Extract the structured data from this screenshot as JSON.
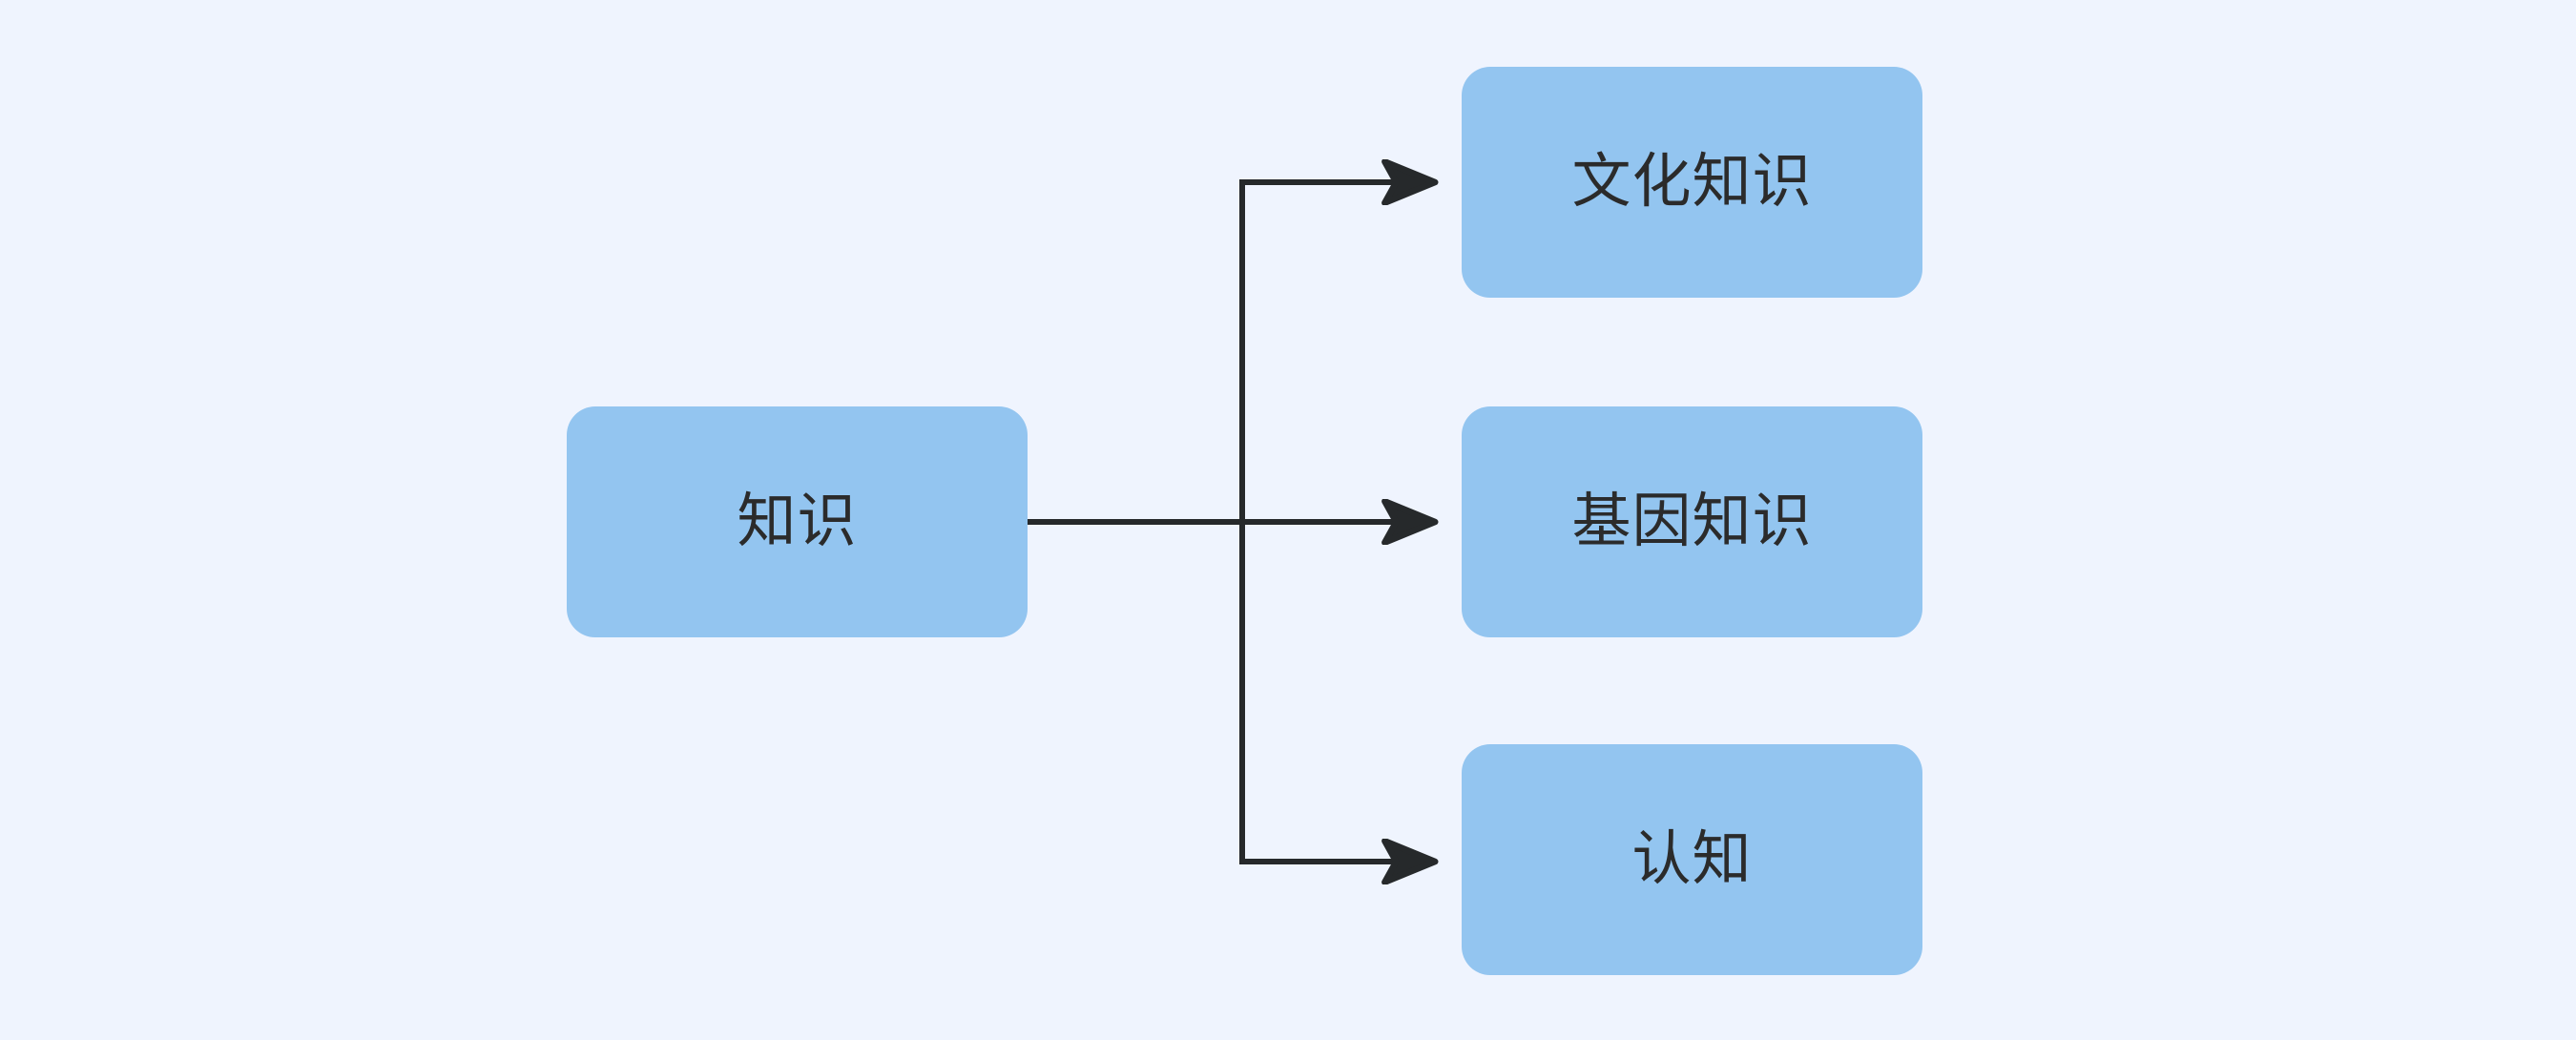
{
  "diagram": {
    "type": "flowchart",
    "orientation": "left-to-right",
    "background_color": "#eff4fe",
    "node_fill_color": "#93c5f0",
    "node_text_color": "#2b2b2b",
    "edge_color": "#26292b",
    "root": {
      "id": "root",
      "label": "知识"
    },
    "children": [
      {
        "id": "child-0",
        "label": "文化知识"
      },
      {
        "id": "child-1",
        "label": "基因知识"
      },
      {
        "id": "child-2",
        "label": "认知"
      }
    ],
    "edges": [
      {
        "from": "知识",
        "to": "文化知识",
        "style": "orthogonal-arrow"
      },
      {
        "from": "知识",
        "to": "基因知识",
        "style": "straight-arrow"
      },
      {
        "from": "知识",
        "to": "认知",
        "style": "orthogonal-arrow"
      }
    ]
  }
}
